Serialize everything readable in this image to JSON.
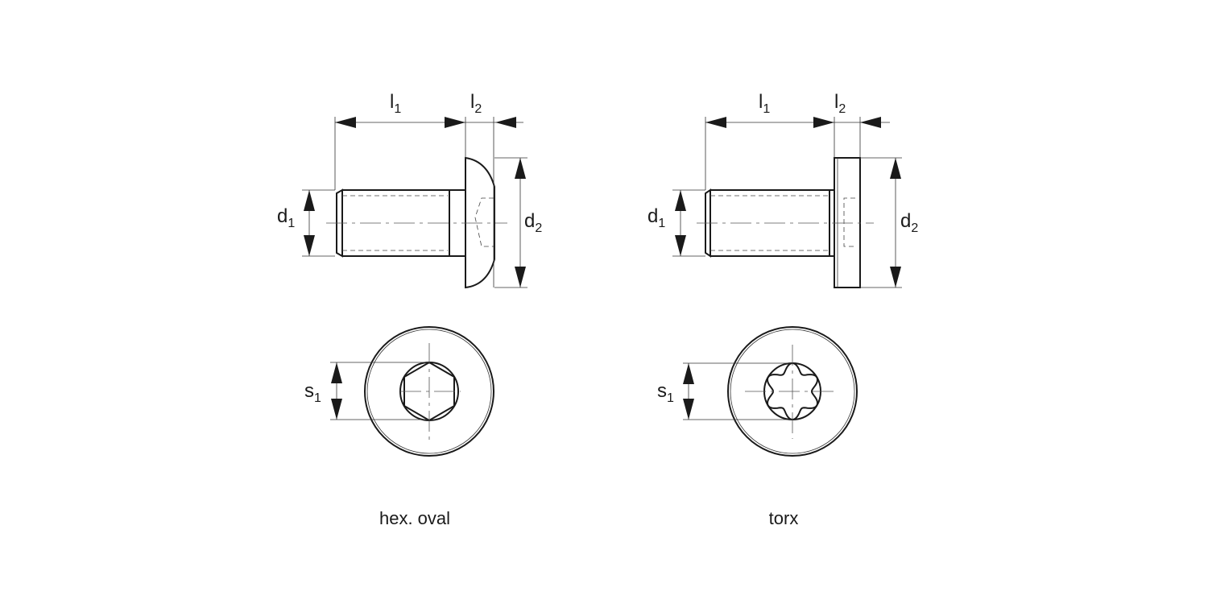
{
  "drawings": [
    {
      "caption": "hex. oval",
      "labels": {
        "l1": "l",
        "l1_sub": "1",
        "l2": "l",
        "l2_sub": "2",
        "d1": "d",
        "d1_sub": "1",
        "d2": "d",
        "d2_sub": "2",
        "s1": "s",
        "s1_sub": "1"
      }
    },
    {
      "caption": "torx",
      "labels": {
        "l1": "l",
        "l1_sub": "1",
        "l2": "l",
        "l2_sub": "2",
        "d1": "d",
        "d1_sub": "1",
        "d2": "d",
        "d2_sub": "2",
        "s1": "s",
        "s1_sub": "1"
      }
    }
  ]
}
